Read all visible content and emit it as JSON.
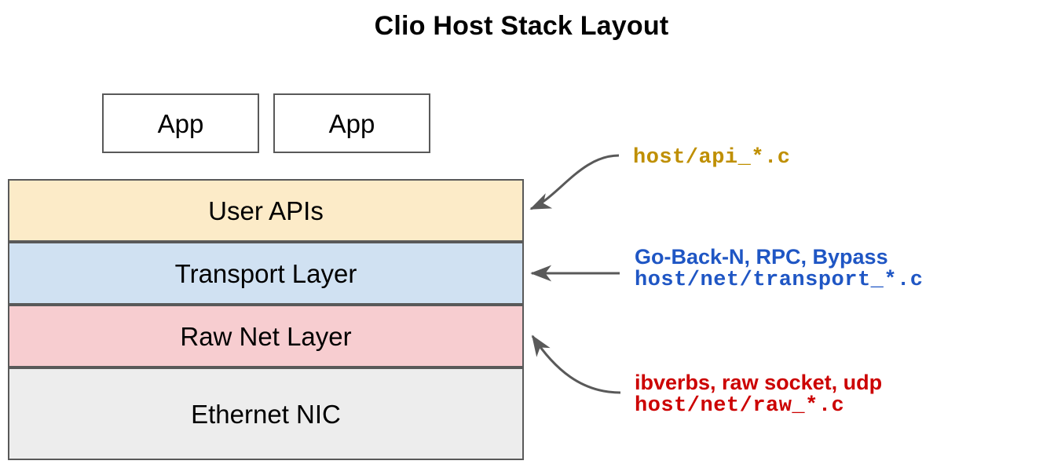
{
  "title": "Clio Host Stack Layout",
  "apps": [
    {
      "label": "App"
    },
    {
      "label": "App"
    }
  ],
  "stack": [
    {
      "label": "User APIs",
      "fill": "#fcebc8"
    },
    {
      "label": "Transport Layer",
      "fill": "#d0e1f2"
    },
    {
      "label": "Raw Net Layer",
      "fill": "#f7cdd0"
    },
    {
      "label": "Ethernet NIC",
      "fill": "#ededed"
    }
  ],
  "annotations": [
    {
      "id": "api",
      "heading": "",
      "path": "host/api_*.c",
      "color": "#bf8f00"
    },
    {
      "id": "transport",
      "heading": "Go-Back-N, RPC, Bypass",
      "path": "host/net/transport_*.c",
      "color": "#1f56c4"
    },
    {
      "id": "raw",
      "heading": "ibverbs, raw socket, udp",
      "path": "host/net/raw_*.c",
      "color": "#cc0000"
    }
  ],
  "colors": {
    "border": "#595959",
    "arrow": "#595959",
    "text": "#000000",
    "background": "#ffffff"
  }
}
